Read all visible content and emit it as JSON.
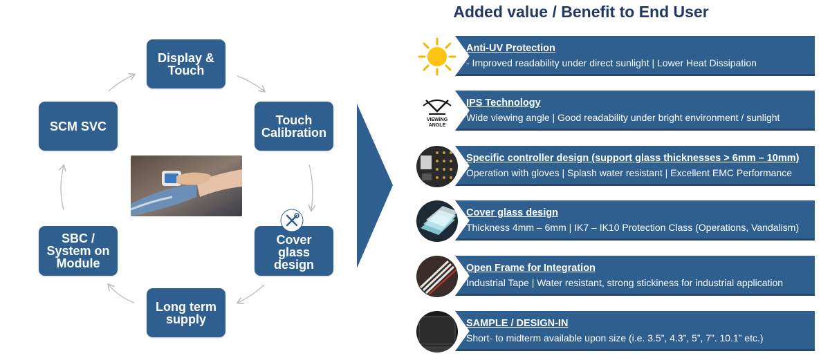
{
  "cycle": {
    "nodes": [
      {
        "label": "Display &\nTouch"
      },
      {
        "label": "Touch\nCalibration"
      },
      {
        "label": "Cover\nglass\ndesign"
      },
      {
        "label": "Long term\nsupply"
      },
      {
        "label": "SBC /\nSystem on\nModule"
      },
      {
        "label": "SCM SVC"
      }
    ]
  },
  "panel": {
    "title": "Added value / Benefit to End User",
    "items": [
      {
        "title": "Anti-UV Protection",
        "description": "- Improved readability under direct sunlight | Lower Heat Dissipation",
        "icon": "sun-icon"
      },
      {
        "title": "IPS Technology",
        "description": "Wide viewing angle | Good readability under bright environment / sunlight",
        "icon": "viewing-angle-icon",
        "icon_text": "VIEWING\nANGLE"
      },
      {
        "title": "Specific controller design (support glass thicknesses > 6mm – 10mm)",
        "description": "Operation with gloves | Splash water resistant | Excellent EMC Performance",
        "icon": "controller-board-icon"
      },
      {
        "title": "Cover glass design",
        "description": "Thickness 4mm – 6mm | IK7 – IK10 Protection Class (Operations, Vandalism)",
        "icon": "cover-glass-icon"
      },
      {
        "title": "Open Frame for Integration",
        "description": "Industrial Tape | Water resistant, strong stickiness for industrial application",
        "icon": "open-frame-icon"
      },
      {
        "title": "SAMPLE / DESIGN-IN",
        "description": "Short- to midterm available upon size (i.e. 3.5”, 4.3”, 5”, 7”. 10.1” etc.)",
        "icon": "sample-display-icon"
      }
    ]
  },
  "colors": {
    "box": "#2e5f8e",
    "title": "#1f3864",
    "chevron": "#2e5f8e",
    "arrow": "#b8bcc0"
  }
}
